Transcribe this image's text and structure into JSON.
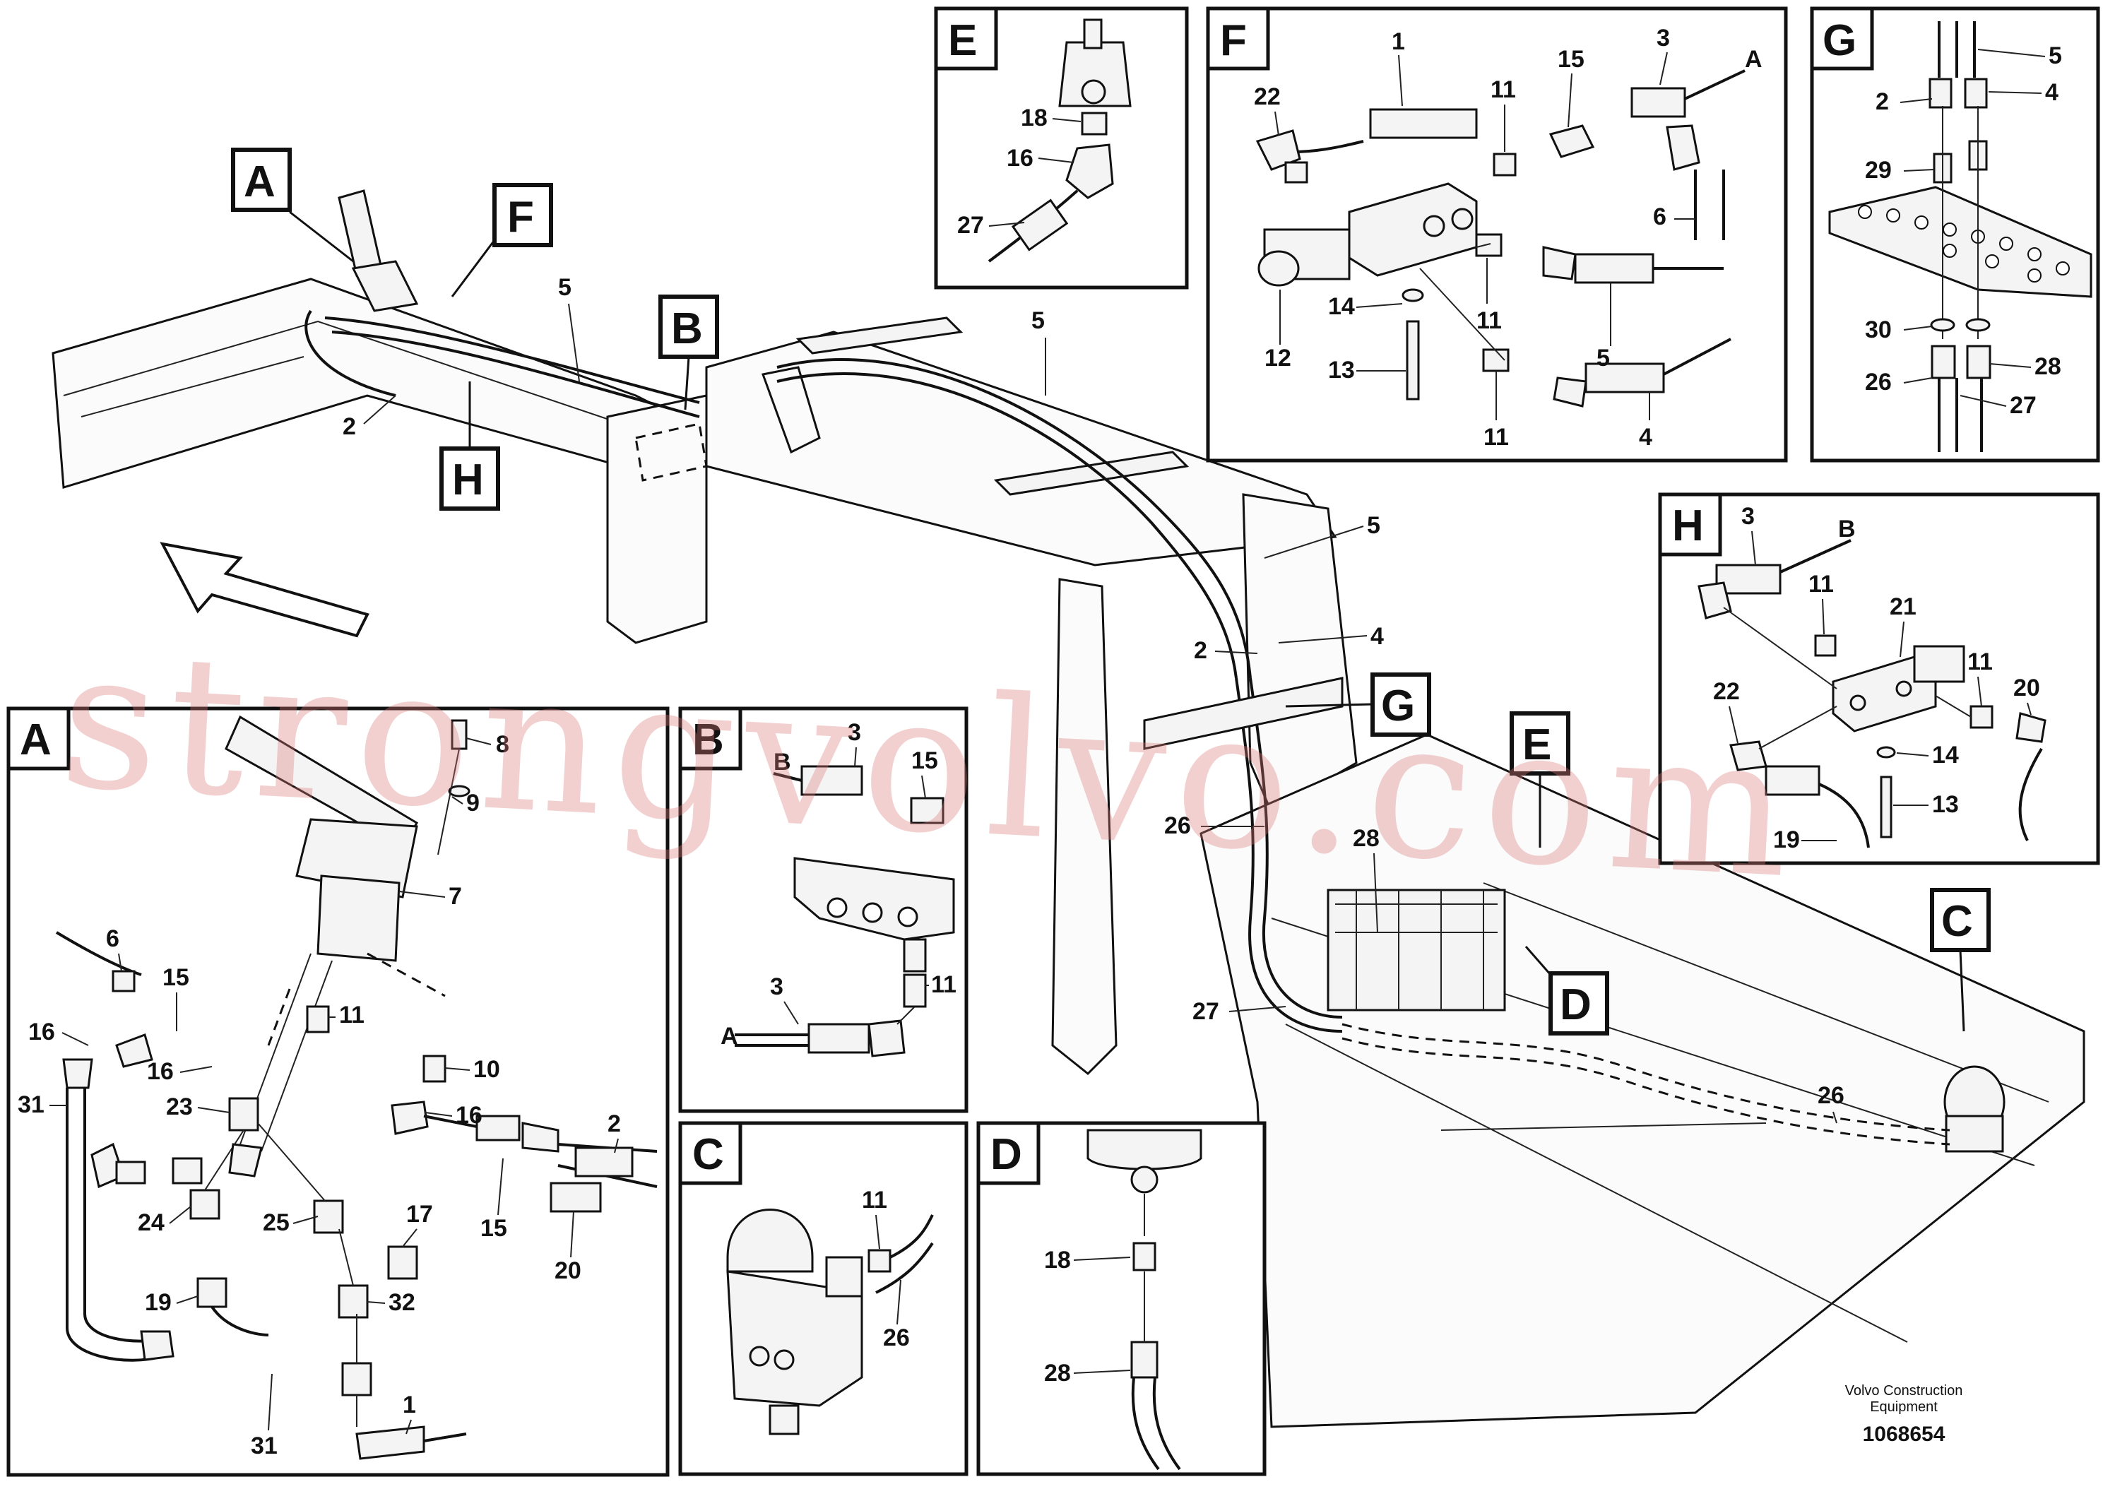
{
  "watermark": "strongvolvo.com",
  "footer": {
    "brand_line1": "Volvo Construction",
    "brand_line2": "Equipment",
    "doc_number": "1068654"
  },
  "main_view": {
    "callouts": [
      "A",
      "F",
      "B",
      "H",
      "G",
      "E",
      "C",
      "D"
    ],
    "labels": [
      "5",
      "2",
      "5",
      "5",
      "2",
      "4",
      "26",
      "28",
      "27",
      "26"
    ]
  },
  "panels": {
    "A": {
      "title": "A",
      "labels": [
        "8",
        "9",
        "7",
        "6",
        "15",
        "16",
        "16",
        "11",
        "10",
        "16",
        "31",
        "23",
        "24",
        "25",
        "17",
        "19",
        "32",
        "2",
        "15",
        "20",
        "31",
        "1"
      ]
    },
    "B": {
      "title": "B",
      "labels": [
        "B",
        "3",
        "15",
        "3",
        "A",
        "11"
      ]
    },
    "C": {
      "title": "C",
      "labels": [
        "11",
        "26"
      ]
    },
    "D": {
      "title": "D",
      "labels": [
        "18",
        "28"
      ]
    },
    "E": {
      "title": "E",
      "labels": [
        "18",
        "16",
        "27"
      ]
    },
    "F": {
      "title": "F",
      "labels": [
        "1",
        "22",
        "11",
        "15",
        "3",
        "A",
        "6",
        "14",
        "11",
        "12",
        "13",
        "11",
        "5",
        "4"
      ]
    },
    "G": {
      "title": "G",
      "labels": [
        "5",
        "2",
        "4",
        "29",
        "30",
        "28",
        "26",
        "27"
      ]
    },
    "H": {
      "title": "H",
      "labels": [
        "3",
        "B",
        "11",
        "21",
        "11",
        "22",
        "20",
        "14",
        "19",
        "13"
      ]
    }
  }
}
